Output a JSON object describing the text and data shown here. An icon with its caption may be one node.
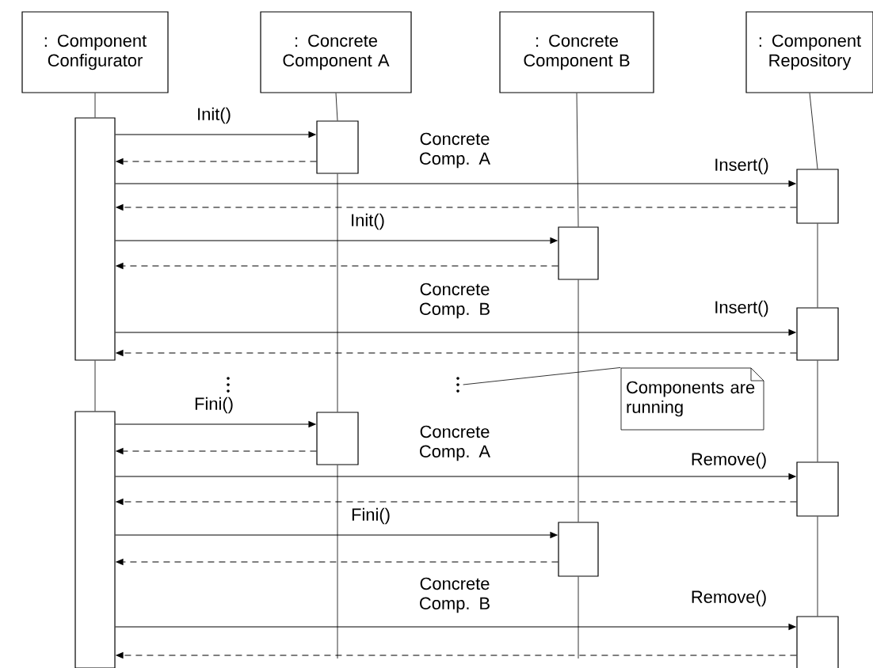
{
  "diagram": {
    "nodes": [
      {
        "text": [
          ": Component Configurator"
        ]
      },
      {
        "text": [
          ": Concrete Component A"
        ]
      },
      {
        "text": [
          ": Concrete Component B"
        ]
      },
      {
        "text": [
          ": Component Repository"
        ]
      },
      {
        "text": [],
        "shape": "box"
      },
      {
        "text": [],
        "shape": "box"
      },
      {
        "text": [],
        "shape": "box"
      },
      {
        "text": [],
        "shape": "box"
      },
      {
        "text": [],
        "shape": "box"
      },
      {
        "text": [],
        "shape": "box"
      },
      {
        "text": [],
        "shape": "box"
      },
      {
        "text": [],
        "shape": "box"
      },
      {
        "text": [],
        "shape": "box"
      },
      {
        "text": [],
        "shape": "box"
      },
      {
        "text": [],
        "shape": "dots"
      },
      {
        "text": [],
        "shape": "dots"
      },
      {
        "text": [
          "Components are running"
        ]
      }
    ],
    "edges": [
      {
        "from": 4,
        "to": 5,
        "arrow": "to",
        "label": "Init()"
      },
      {
        "from": 5,
        "to": 4,
        "arrow": "to",
        "style": "dashed"
      },
      {
        "from": 4,
        "to": 6,
        "arrow": "to",
        "label": "Insert()"
      },
      {
        "from": 6,
        "to": 4,
        "arrow": "to",
        "style": "dashed"
      },
      {
        "from": 4,
        "to": 7,
        "arrow": "to",
        "label": "Init()"
      },
      {
        "from": 7,
        "to": 4,
        "arrow": "to",
        "style": "dashed"
      },
      {
        "from": 4,
        "to": 8,
        "arrow": "to",
        "label": "Insert()"
      },
      {
        "from": 8,
        "to": 4,
        "arrow": "to",
        "style": "dashed"
      },
      {
        "from": 9,
        "to": 10,
        "arrow": "to",
        "label": "Fini()"
      },
      {
        "from": 10,
        "to": 9,
        "arrow": "to",
        "style": "dashed"
      },
      {
        "from": 9,
        "to": 11,
        "arrow": "to",
        "label": "Remove()"
      },
      {
        "from": 11,
        "to": 9,
        "arrow": "to",
        "style": "dashed"
      },
      {
        "from": 9,
        "to": 12,
        "arrow": "to",
        "label": "Fini()"
      },
      {
        "from": 12,
        "to": 9,
        "arrow": "to",
        "style": "dashed"
      },
      {
        "from": 9,
        "to": 13,
        "arrow": "to",
        "label": "Remove()"
      },
      {
        "from": 13,
        "to": 9,
        "arrow": "to",
        "style": "dashed"
      },
      {
        "from": 16,
        "to": 15,
        "arrow": "none"
      },
      {
        "from": 0,
        "to": 4,
        "arrow": "none"
      },
      {
        "from": 4,
        "to": 9,
        "arrow": "none"
      },
      {
        "from": 1,
        "to": 5,
        "arrow": "none"
      },
      {
        "from": 5,
        "to": 10,
        "arrow": "none"
      },
      {
        "from": 10,
        "to": null,
        "arrow": "none"
      },
      {
        "from": 2,
        "to": 7,
        "arrow": "none"
      },
      {
        "from": 7,
        "to": 12,
        "arrow": "none"
      },
      {
        "from": 12,
        "to": null,
        "arrow": "none"
      },
      {
        "from": 3,
        "to": 6,
        "arrow": "none"
      },
      {
        "from": 6,
        "to": 8,
        "arrow": "none"
      },
      {
        "from": 8,
        "to": 11,
        "arrow": "none"
      },
      {
        "from": 11,
        "to": 13,
        "arrow": "none"
      }
    ],
    "labels": [
      "Concrete Comp. A",
      "Concrete Comp. B",
      "Concrete Comp. A",
      "Concrete Comp. B"
    ]
  }
}
